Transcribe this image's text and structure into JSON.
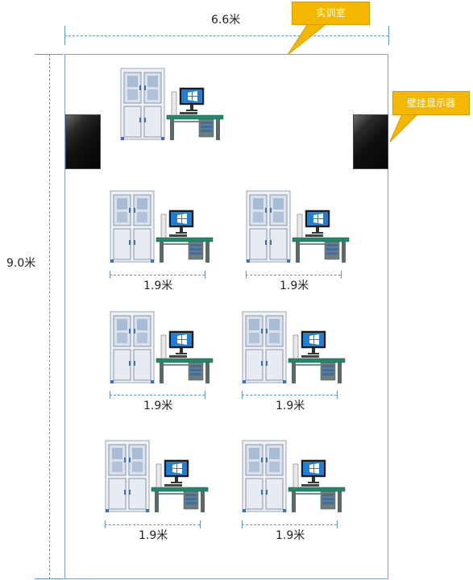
{
  "room": {
    "width_label": "6.6米",
    "height_label": "9.0米"
  },
  "callouts": {
    "room": "实训室",
    "wall_display": "壁挂显示器"
  },
  "stations": [
    {
      "id": "top"
    },
    {
      "id": "r1-left",
      "dimension": "1.9米"
    },
    {
      "id": "r1-right",
      "dimension": "1.9米"
    },
    {
      "id": "r2-left",
      "dimension": "1.9米"
    },
    {
      "id": "r2-right",
      "dimension": "1.9米"
    },
    {
      "id": "r3-left",
      "dimension": "1.9米"
    },
    {
      "id": "r3-right",
      "dimension": "1.9米"
    }
  ],
  "colors": {
    "dimension_line": "#5b9bd5",
    "callout": "#f5b800",
    "desk_top": "#1f8a6b"
  }
}
